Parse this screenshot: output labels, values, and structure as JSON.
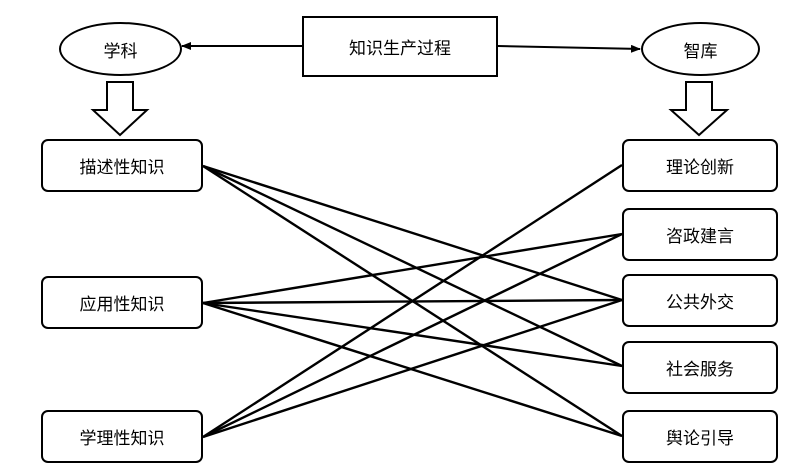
{
  "center": {
    "label": "知识生产过程"
  },
  "left_top": {
    "label": "学科"
  },
  "right_top": {
    "label": "智库"
  },
  "knowledge": [
    {
      "label": "描述性知识"
    },
    {
      "label": "应用性知识"
    },
    {
      "label": "学理性知识"
    }
  ],
  "functions": [
    {
      "label": "理论创新"
    },
    {
      "label": "咨政建言"
    },
    {
      "label": "公共外交"
    },
    {
      "label": "社会服务"
    },
    {
      "label": "舆论引导"
    }
  ],
  "connections": [
    {
      "from": "描述性知识",
      "to": "公共外交"
    },
    {
      "from": "描述性知识",
      "to": "社会服务"
    },
    {
      "from": "描述性知识",
      "to": "舆论引导"
    },
    {
      "from": "应用性知识",
      "to": "咨政建言"
    },
    {
      "from": "应用性知识",
      "to": "公共外交"
    },
    {
      "from": "应用性知识",
      "to": "社会服务"
    },
    {
      "from": "应用性知识",
      "to": "舆论引导"
    },
    {
      "from": "学理性知识",
      "to": "理论创新"
    },
    {
      "from": "学理性知识",
      "to": "咨政建言"
    },
    {
      "from": "学理性知识",
      "to": "公共外交"
    }
  ]
}
